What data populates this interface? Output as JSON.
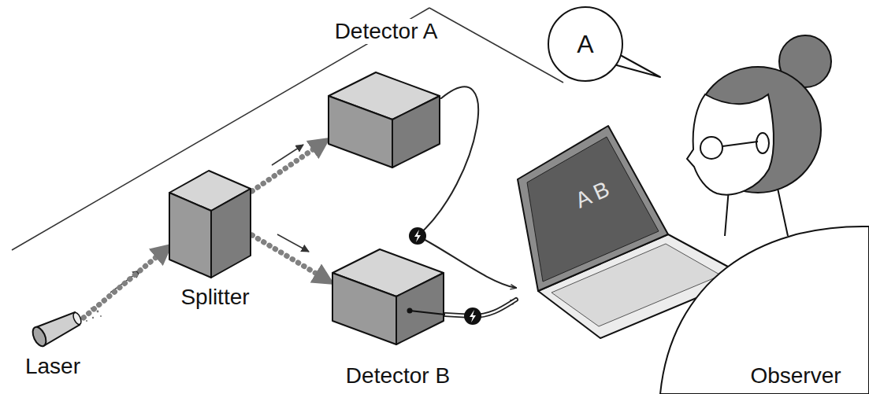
{
  "diagram": {
    "nodes": [
      {
        "text": [
          "Laser"
        ]
      },
      {
        "text": [
          "Splitter"
        ]
      },
      {
        "text": [
          "Detector A"
        ]
      },
      {
        "text": [
          "Detector B"
        ]
      },
      {
        "text": [
          "A B"
        ]
      },
      {
        "text": [
          "A"
        ]
      },
      {
        "text": [
          "Observer"
        ]
      }
    ],
    "edges": [
      {
        "from": 0,
        "to": 1,
        "arrow": "to"
      },
      {
        "from": 1,
        "to": 2,
        "arrow": "to"
      },
      {
        "from": 1,
        "to": 3,
        "arrow": "to"
      },
      {
        "from": 2,
        "to": 4,
        "arrow": "to"
      },
      {
        "from": 3,
        "to": 4,
        "arrow": "to"
      }
    ]
  }
}
